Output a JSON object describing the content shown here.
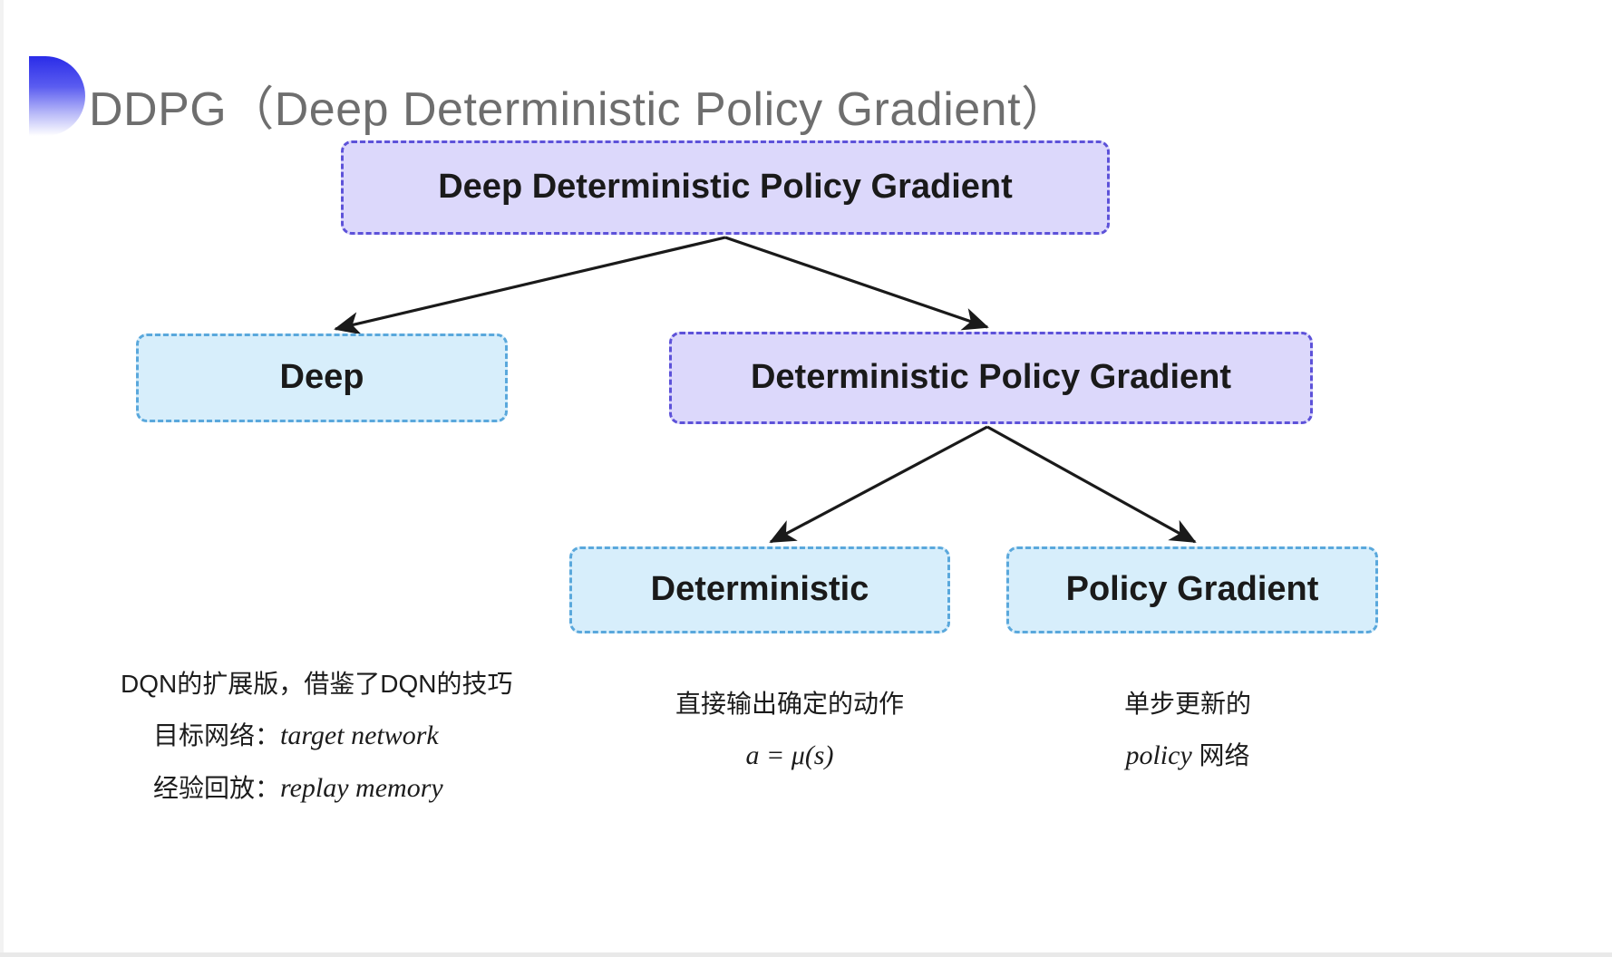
{
  "slide": {
    "title": "DDPG（Deep Deterministic Policy Gradient）",
    "background_color": "#ffffff",
    "title_color": "#6e6e6e",
    "decor_gradient_from": "#2a2ce8",
    "decor_gradient_to": "#ffffff"
  },
  "palette": {
    "purple_fill": "#dcd8fb",
    "purple_border": "#5d52d9",
    "blue_fill": "#d7eefb",
    "blue_border": "#5aa8dc",
    "arrow_color": "#1a1a1a",
    "text_color": "#1a1a1a"
  },
  "nodes": {
    "root": {
      "label": "Deep Deterministic Policy Gradient",
      "style": "purple"
    },
    "deep": {
      "label": "Deep",
      "style": "blue"
    },
    "dpg": {
      "label": "Deterministic Policy Gradient",
      "style": "purple"
    },
    "deterministic": {
      "label": "Deterministic",
      "style": "blue"
    },
    "policy_gradient": {
      "label": "Policy Gradient",
      "style": "blue"
    }
  },
  "annotations": {
    "deep": {
      "line1": "DQN的扩展版，借鉴了DQN的技巧",
      "line2_label": "目标网络：",
      "line2_term": "target network",
      "line3_label": "经验回放：",
      "line3_term": "replay memory"
    },
    "deterministic": {
      "line1": "直接输出确定的动作",
      "formula": "a = μ(s)"
    },
    "policy_gradient": {
      "line1": "单步更新的",
      "line2_term": "policy",
      "line2_suffix": " 网络"
    }
  },
  "edges": [
    {
      "from": "root",
      "to": "deep"
    },
    {
      "from": "root",
      "to": "dpg"
    },
    {
      "from": "dpg",
      "to": "deterministic"
    },
    {
      "from": "dpg",
      "to": "policy_gradient"
    }
  ]
}
